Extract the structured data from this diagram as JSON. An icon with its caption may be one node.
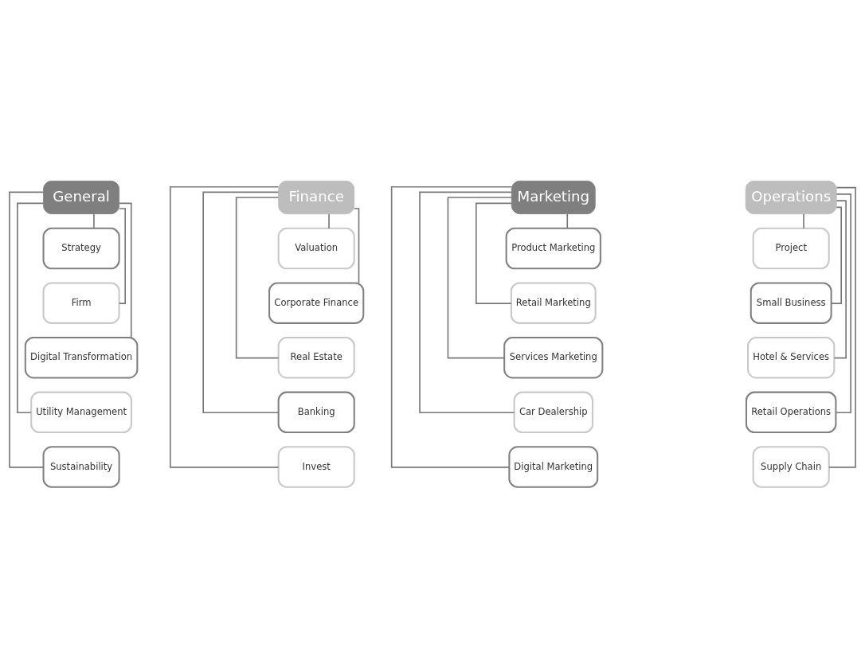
{
  "diagram": {
    "nodes": [
      {
        "text": [
          "General"
        ]
      },
      {
        "text": [
          "Strategy"
        ]
      },
      {
        "text": [
          "Firm"
        ]
      },
      {
        "text": [
          "Digital Transformation"
        ]
      },
      {
        "text": [
          "Utility Management"
        ]
      },
      {
        "text": [
          "Sustainability"
        ]
      },
      {
        "text": [
          "Finance"
        ]
      },
      {
        "text": [
          "Valuation"
        ]
      },
      {
        "text": [
          "Corporate Finance"
        ]
      },
      {
        "text": [
          "Real Estate"
        ]
      },
      {
        "text": [
          "Banking"
        ]
      },
      {
        "text": [
          "Invest"
        ]
      },
      {
        "text": [
          "Marketing"
        ]
      },
      {
        "text": [
          "Product Marketing"
        ]
      },
      {
        "text": [
          "Retail Marketing"
        ]
      },
      {
        "text": [
          "Services Marketing"
        ]
      },
      {
        "text": [
          "Car Dealership"
        ]
      },
      {
        "text": [
          "Digital Marketing"
        ]
      },
      {
        "text": [
          "Operations"
        ]
      },
      {
        "text": [
          "Project"
        ]
      },
      {
        "text": [
          "Small Business"
        ]
      },
      {
        "text": [
          "Hotel & Services"
        ]
      },
      {
        "text": [
          "Retail Operations"
        ]
      },
      {
        "text": [
          "Supply Chain"
        ]
      }
    ],
    "edges": [
      {
        "from": 0,
        "to": 1,
        "arrow": "none"
      },
      {
        "from": 0,
        "to": 2,
        "arrow": "none"
      },
      {
        "from": 0,
        "to": 3,
        "arrow": "none"
      },
      {
        "from": 0,
        "to": 4,
        "arrow": "none"
      },
      {
        "from": 0,
        "to": 5,
        "arrow": "none"
      },
      {
        "from": 6,
        "to": 7,
        "arrow": "none"
      },
      {
        "from": 6,
        "to": 8,
        "arrow": "none"
      },
      {
        "from": 6,
        "to": 9,
        "arrow": "none"
      },
      {
        "from": 6,
        "to": 10,
        "arrow": "none"
      },
      {
        "from": 6,
        "to": 11,
        "arrow": "none"
      },
      {
        "from": 12,
        "to": 13,
        "arrow": "none"
      },
      {
        "from": 12,
        "to": 14,
        "arrow": "none"
      },
      {
        "from": 12,
        "to": 15,
        "arrow": "none"
      },
      {
        "from": 12,
        "to": 16,
        "arrow": "none"
      },
      {
        "from": 12,
        "to": 17,
        "arrow": "none"
      },
      {
        "from": 18,
        "to": 19,
        "arrow": "none"
      },
      {
        "from": 18,
        "to": 20,
        "arrow": "none"
      },
      {
        "from": 18,
        "to": 21,
        "arrow": "none"
      },
      {
        "from": 18,
        "to": 22,
        "arrow": "none"
      },
      {
        "from": 18,
        "to": 23,
        "arrow": "none"
      }
    ]
  }
}
